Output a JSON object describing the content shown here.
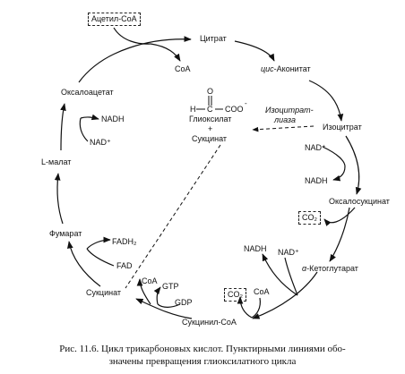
{
  "labels": {
    "acetyl_coa": "Ацетил-CoA",
    "coa_top": "CoA",
    "citrate": "Цитрат",
    "cis_prefix": "цис",
    "cis_aconitate": "-Аконитат",
    "isocitrate_lyase_line1": "Изоцитрат-",
    "isocitrate_lyase_line2": "лиаза",
    "isocitrate": "Изоцитрат",
    "nad_right": "NAD⁺",
    "nadh_right": "NADH",
    "oxalosuccinate": "Оксалосукцинат",
    "co2_right": "CO₂",
    "nadh_lower": "NADH",
    "nad_lower": "NAD⁺",
    "alpha_kg_prefix": "α",
    "alpha_kg": "-Кетоглутарат",
    "co2_bottom": "CO₂",
    "coa_bottom": "CoA",
    "succinyl_coa": "Сукцинил-CoA",
    "coa_mid": "CoA",
    "gtp": "GTP",
    "gdp": "GDP",
    "succinate_bottom": "Сукцинат",
    "fad": "FAD",
    "fadh2": "FADH₂",
    "fumarate": "Фумарат",
    "malate": "L-малат",
    "nad_left": "NAD⁺",
    "nadh_left": "NADH",
    "oxaloacetate": "Оксалоацетат",
    "glyoxylate": "Глиоксилат",
    "plus": "+",
    "succinate_center": "Сукцинат"
  },
  "formula": {
    "o_atom": "O",
    "h_atom": "H",
    "c_atom": "C",
    "coo": "COO",
    "charge": "-"
  },
  "caption": {
    "line1": "Рис. 11.6. Цикл трикарбоновых кислот. Пунктирными линиями обо-",
    "line2": "значены превращения глиоксилатного цикла"
  }
}
